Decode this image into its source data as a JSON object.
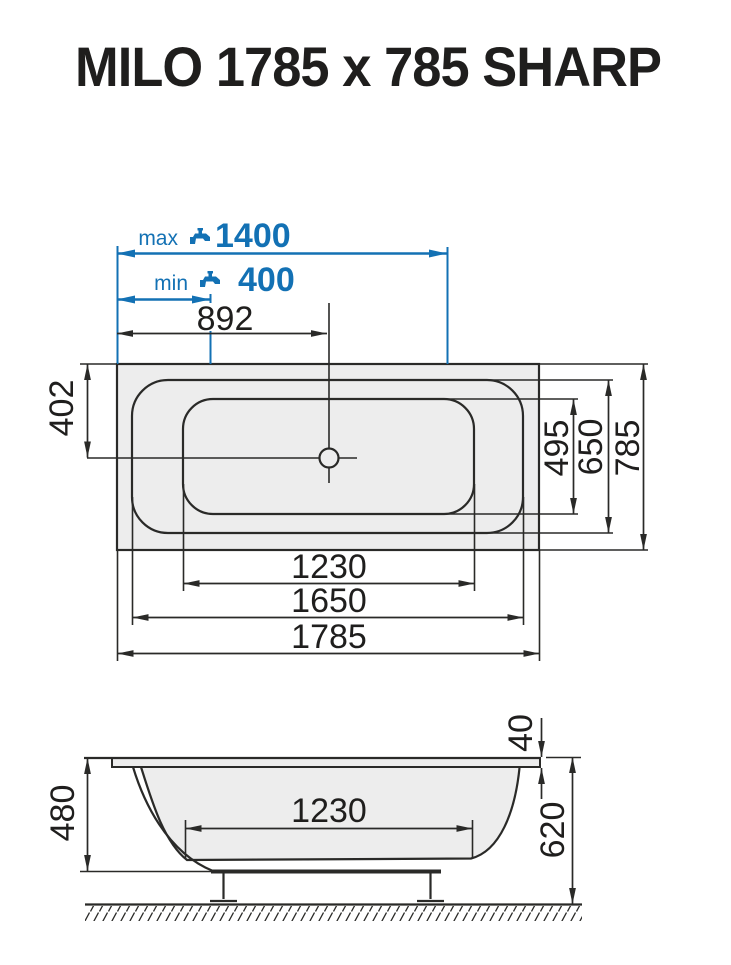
{
  "title": "MILO 1785 x 785 SHARP",
  "colors": {
    "accent_blue": "#1371b4",
    "line_black": "#2a2a28",
    "tub_fill_gray": "#ededed"
  },
  "icons": {
    "faucet": "faucet-icon"
  },
  "top_view": {
    "faucet_max": {
      "label": "max",
      "value": "1400"
    },
    "faucet_min": {
      "label": "min",
      "value": "400"
    },
    "drain_offset_from_left": "892",
    "rim_to_drain_centerline": "402",
    "floor_width": "495",
    "basin_width": "650",
    "overall_width": "785",
    "floor_length": "1230",
    "basin_length": "1650",
    "overall_length": "1785"
  },
  "side_view": {
    "rim_thickness": "40",
    "inner_depth": "480",
    "overall_height": "620",
    "floor_length": "1230"
  }
}
